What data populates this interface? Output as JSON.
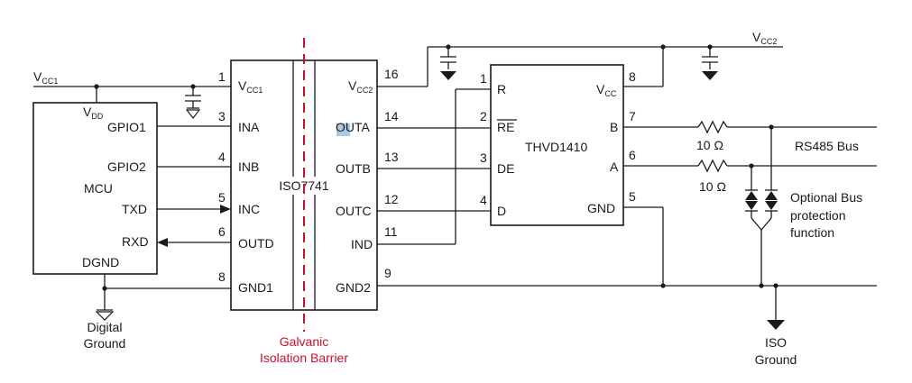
{
  "supplies": {
    "vcc1": {
      "main": "V",
      "sub": "CC1"
    },
    "vcc2": {
      "main": "V",
      "sub": "CC2"
    }
  },
  "mcu": {
    "name": "MCU",
    "vdd": {
      "main": "V",
      "sub": "DD"
    },
    "pins": {
      "gpio1": "GPIO1",
      "gpio2": "GPIO2",
      "txd": "TXD",
      "rxd": "RXD",
      "dgnd": "DGND"
    }
  },
  "iso": {
    "name": "ISO7741",
    "left_pins": {
      "vcc1": {
        "num": "1",
        "main": "V",
        "sub": "CC1"
      },
      "ina": {
        "num": "3",
        "label": "INA"
      },
      "inb": {
        "num": "4",
        "label": "INB"
      },
      "inc": {
        "num": "5",
        "label": "INC"
      },
      "outd": {
        "num": "6",
        "label": "OUTD"
      },
      "gnd1": {
        "num": "8",
        "label": "GND1"
      }
    },
    "right_pins": {
      "vcc2": {
        "num": "16",
        "main": "V",
        "sub": "CC2"
      },
      "outa": {
        "num": "14",
        "label": "OUTA"
      },
      "outb": {
        "num": "13",
        "label": "OUTB"
      },
      "outc": {
        "num": "12",
        "label": "OUTC"
      },
      "ind": {
        "num": "11",
        "label": "IND"
      },
      "gnd2": {
        "num": "9",
        "label": "GND2"
      }
    }
  },
  "xcvr": {
    "name": "THVD1410",
    "pins": {
      "r": {
        "num": "1",
        "label": "R"
      },
      "re": {
        "num": "2",
        "label": "RE"
      },
      "de": {
        "num": "3",
        "label": "DE"
      },
      "d": {
        "num": "4",
        "label": "D"
      },
      "vcc": {
        "num": "8",
        "main": "V",
        "sub": "CC"
      },
      "b": {
        "num": "7",
        "label": "B"
      },
      "a": {
        "num": "6",
        "label": "A"
      },
      "gnd": {
        "num": "5",
        "label": "GND"
      }
    }
  },
  "resistors": {
    "r1": "10 Ω",
    "r2": "10 Ω"
  },
  "labels": {
    "rs485_bus": "RS485 Bus",
    "protection": [
      "Optional Bus",
      "protection",
      "function"
    ],
    "digital_ground": [
      "Digital",
      "Ground"
    ],
    "iso_ground": [
      "ISO",
      "Ground"
    ],
    "barrier": [
      "Galvanic",
      "Isolation Barrier"
    ]
  },
  "colors": {
    "barrier": "#c8102e",
    "highlight": "#8fb8d8"
  }
}
